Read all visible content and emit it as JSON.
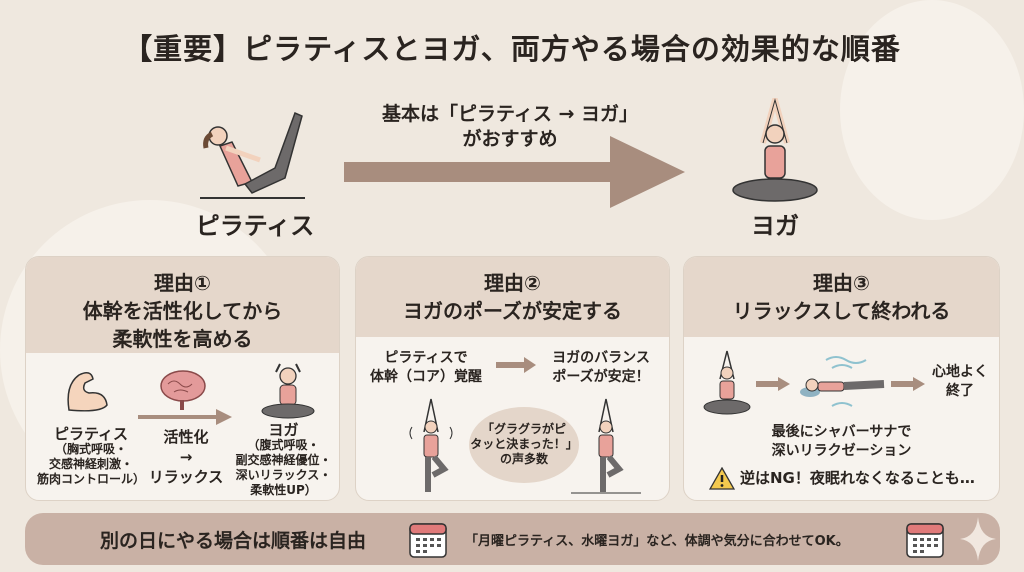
{
  "title": "【重要】ピラティスとヨガ、両方やる場合の効果的な順番",
  "top": {
    "left_label": "ピラティス",
    "right_label": "ヨガ",
    "recommend_line1": "基本は「ピラティス → ヨガ」",
    "recommend_line2": "がおすすめ"
  },
  "reasons": [
    {
      "title_line1": "理由①",
      "title_line2": "体幹を活性化してから",
      "title_line3": "柔軟性を高める",
      "left_title": "ピラティス",
      "left_detail": [
        "（胸式呼吸・",
        "交感神経刺激・",
        "筋肉コントロール）"
      ],
      "middle": [
        "活性化",
        "→",
        "リラックス"
      ],
      "right_title": "ヨガ",
      "right_detail": [
        "（腹式呼吸・",
        "副交感神経優位・",
        "深いリラックス・",
        "柔軟性UP）"
      ]
    },
    {
      "title_line1": "理由②",
      "title_line2": "ヨガのポーズが安定する",
      "left_text": [
        "ピラティスで",
        "体幹（コア）覚醒"
      ],
      "right_text": [
        "ヨガのバランス",
        "ポーズが安定！"
      ],
      "bubble": [
        "「グラグラがピ",
        "タッと決まった！」",
        "の声多数"
      ]
    },
    {
      "title_line1": "理由③",
      "title_line2": "リラックスして終われる",
      "end_text": [
        "心地よく",
        "終了"
      ],
      "caption": [
        "最後にシャバーサナで",
        "深いリラクゼーション"
      ],
      "warning": "逆はNG！夜眠れなくなることも…"
    }
  ],
  "bottom": {
    "heading": "別の日にやる場合は順番は自由",
    "note": "「月曜ピラティス、水曜ヨガ」など、体調や気分に合わせてOK。"
  },
  "colors": {
    "arrow": "#a88d7e",
    "header": "#e5d7cb",
    "bar": "#c9b1a5",
    "top": "#e8a29a",
    "pants": "#6d6a6a"
  }
}
